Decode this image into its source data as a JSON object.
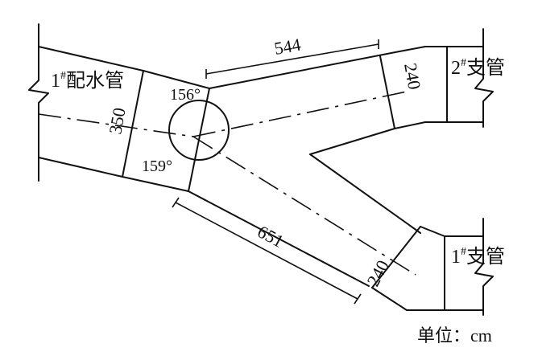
{
  "labels": {
    "main_pipe_num": "1",
    "main_pipe_mark": "#",
    "main_pipe_name": "配水管",
    "branch2_num": "2",
    "branch2_mark": "#",
    "branch2_name": "支管",
    "branch1_num": "1",
    "branch1_mark": "#",
    "branch1_name": "支管"
  },
  "dimensions": {
    "upper_branch_length": "544",
    "lower_branch_length": "651",
    "main_width": "350",
    "upper_branch_width": "240",
    "lower_branch_width": "240"
  },
  "angles": {
    "upper": "156°",
    "lower": "159°"
  },
  "unit_label": "单位：cm",
  "colors": {
    "line": "#111111",
    "background": "#ffffff"
  }
}
